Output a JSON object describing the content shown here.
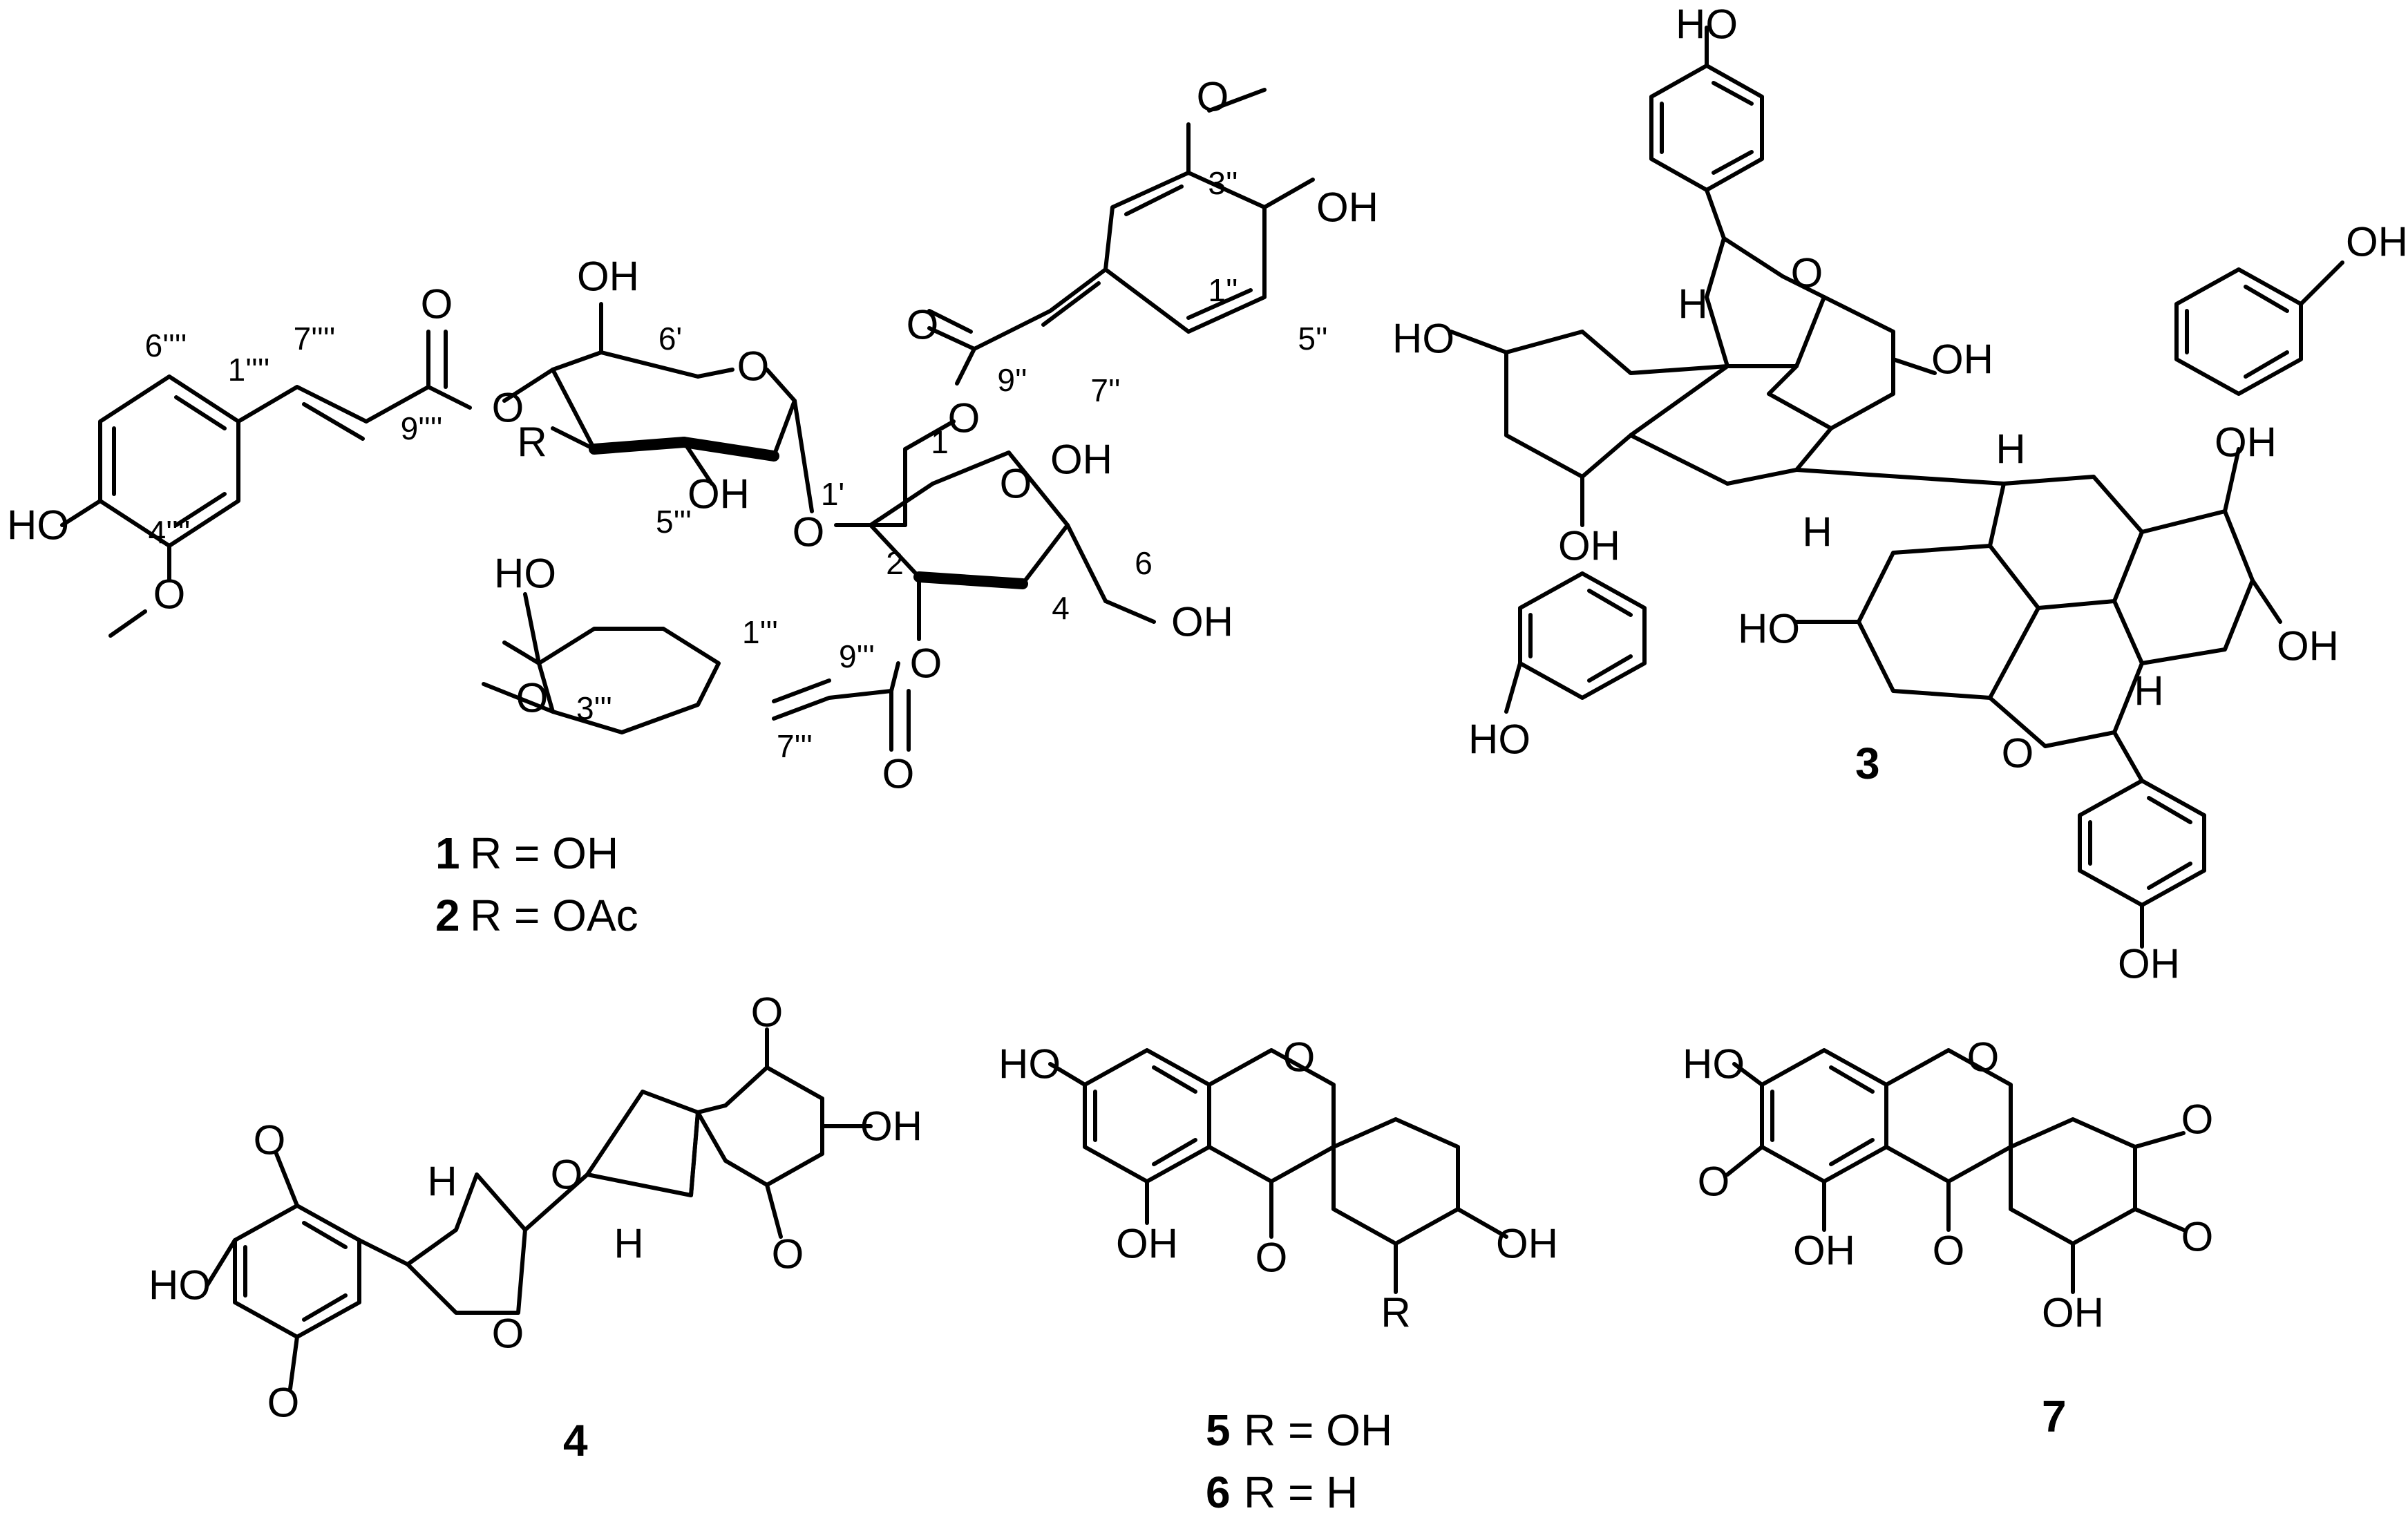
{
  "figure": {
    "atoms": {
      "oh": "OH",
      "ho": "HO",
      "o": "O",
      "h": "H",
      "r": "R"
    },
    "locants": {
      "c3pp": "3''",
      "c5pp": "5''",
      "c1pp": "1''",
      "c7pp": "7''",
      "c9pp": "9''",
      "c6p": "6'",
      "c1p": "1'",
      "c1": "1",
      "c2": "2",
      "c4": "4",
      "c6": "6",
      "c5ppp": "5'''",
      "c1ppp": "1'''",
      "c3ppp": "3'''",
      "c7ppp": "7'''",
      "c9ppp": "9'''",
      "c6pppp": "6''''",
      "c7pppp": "7''''",
      "c1pppp": "1''''",
      "c9pppp": "9''''",
      "c4pppp": "4''''"
    },
    "compounds": [
      {
        "number": "1",
        "substituent": "R = OH"
      },
      {
        "number": "2",
        "substituent": "R = OAc"
      },
      {
        "number": "3",
        "substituent": ""
      },
      {
        "number": "4",
        "substituent": ""
      },
      {
        "number": "5",
        "substituent": "R = OH"
      },
      {
        "number": "6",
        "substituent": "R = H"
      },
      {
        "number": "7",
        "substituent": ""
      }
    ]
  }
}
